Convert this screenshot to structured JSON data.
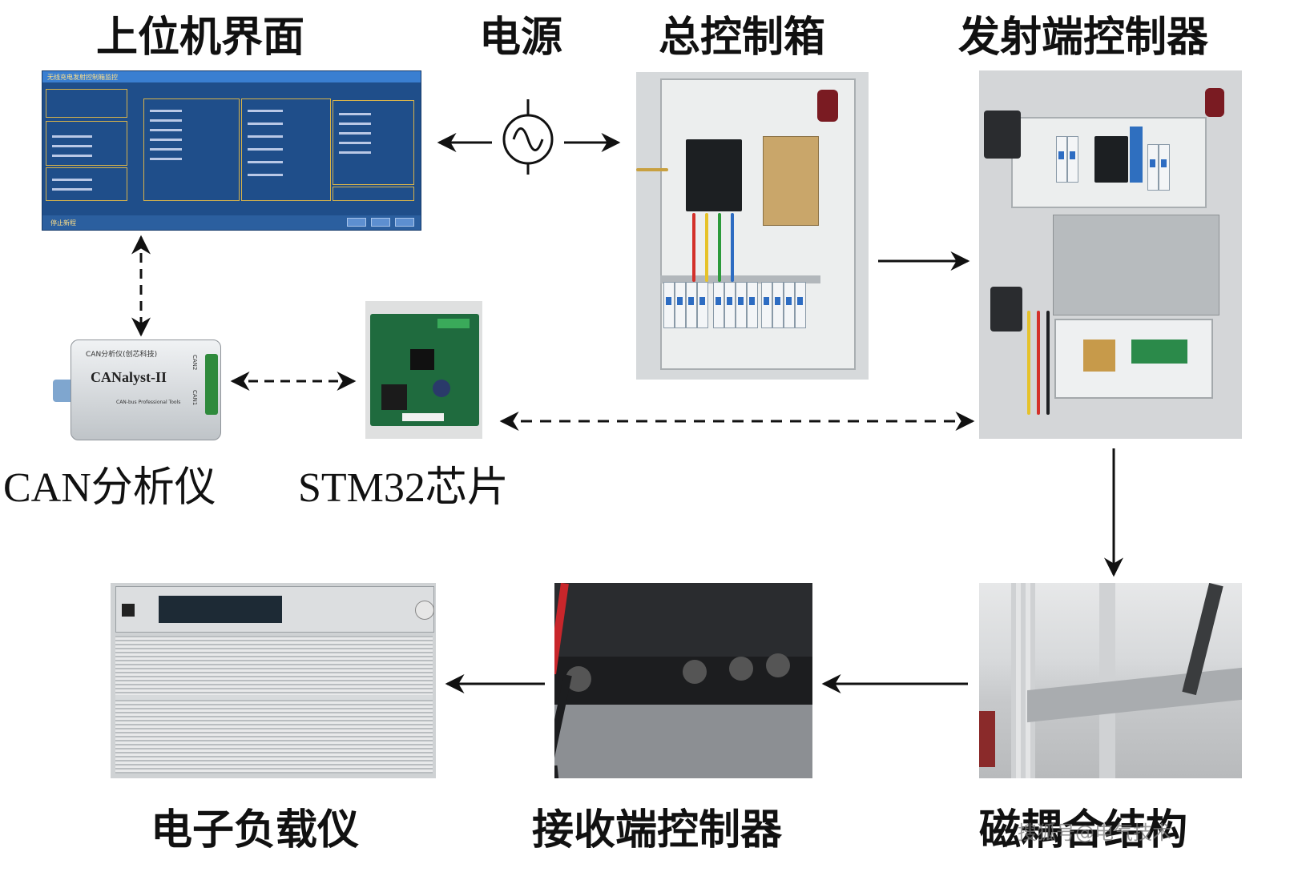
{
  "labels": {
    "host_ui": "上位机界面",
    "power": "电源",
    "master_box": "总控制箱",
    "tx_controller": "发射端控制器",
    "can_analyzer": "CAN分析仪",
    "stm32": "STM32芯片",
    "load": "电子负载仪",
    "rx_controller": "接收端控制器",
    "coupling": "磁耦合结构"
  },
  "host_ui_screen": {
    "window_title": "无线充电发射控制箱监控",
    "bottom_status": "停止新程"
  },
  "can_device": {
    "brand_line": "CAN分析仪(创芯科技)",
    "model": "CANalyst-II",
    "sub_line": "CAN-bus Professional Tools",
    "port_labels": [
      "CAN2",
      "CAN1"
    ]
  },
  "watermark": "搜狐号@电气技术",
  "icons": {
    "power": "ac-power-source-icon"
  },
  "colors": {
    "text": "#111111",
    "arrow": "#111111"
  }
}
